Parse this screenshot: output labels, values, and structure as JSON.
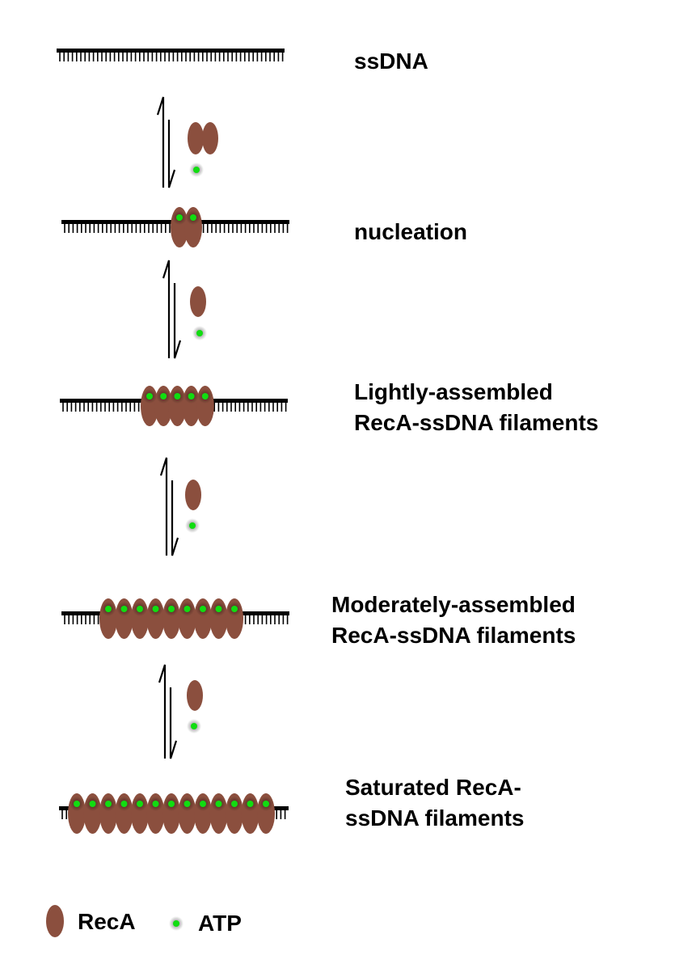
{
  "stages": [
    {
      "id": "ssdna",
      "lines": [
        "ssDNA"
      ],
      "bound_reca": 0
    },
    {
      "id": "nucleation",
      "lines": [
        "nucleation"
      ],
      "bound_reca": 2
    },
    {
      "id": "lightly",
      "lines": [
        "Lightly-assembled",
        "RecA-ssDNA filaments"
      ],
      "bound_reca": 5
    },
    {
      "id": "moderately",
      "lines": [
        "Moderately-assembled",
        "RecA-ssDNA filaments"
      ],
      "bound_reca": 9
    },
    {
      "id": "saturated",
      "lines": [
        "Saturated RecA-",
        "ssDNA filaments"
      ],
      "bound_reca": 13
    }
  ],
  "equilibria": [
    {
      "free_reca": 2
    },
    {
      "free_reca": 1
    },
    {
      "free_reca": 1
    },
    {
      "free_reca": 1
    }
  ],
  "legend": {
    "reca_label": "RecA",
    "atp_label": "ATP"
  },
  "colors": {
    "reca": "#8b4f3e",
    "atp": "#11dd11",
    "dna": "#000000"
  }
}
